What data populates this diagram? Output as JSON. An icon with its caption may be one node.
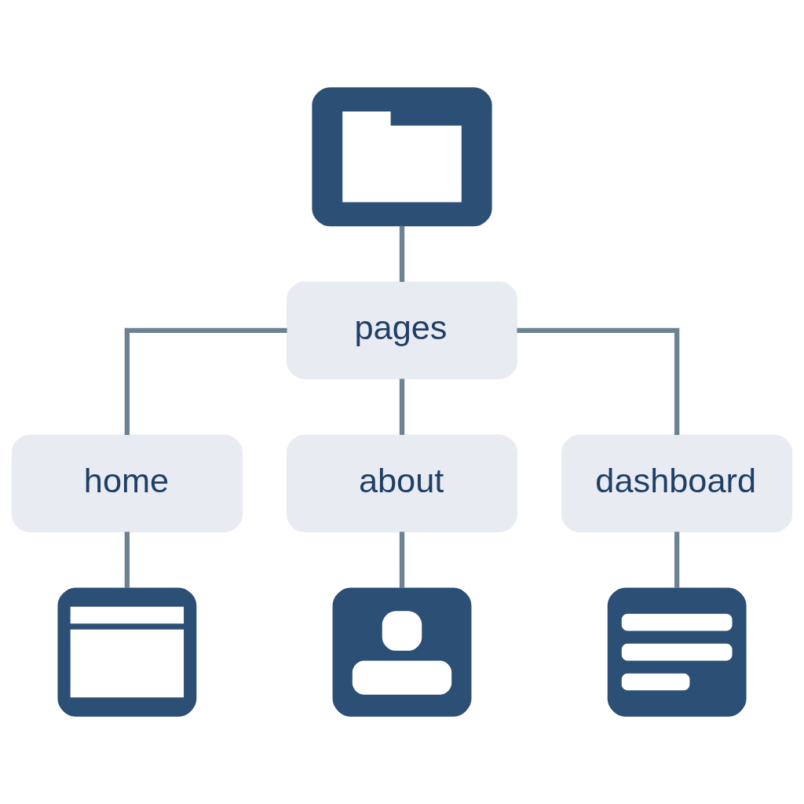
{
  "diagram": {
    "nodes": [
      {
        "text": [],
        "shape": "picture"
      },
      {
        "text": [
          "pages"
        ]
      },
      {
        "text": [
          "home"
        ]
      },
      {
        "text": [
          "about"
        ]
      },
      {
        "text": [
          "dashboard"
        ]
      },
      {
        "text": [],
        "shape": "picture"
      },
      {
        "text": [],
        "shape": "picture"
      },
      {
        "text": [],
        "shape": "picture"
      }
    ],
    "edges": [
      {
        "from": 0,
        "to": 1,
        "arrow": "none"
      },
      {
        "from": 1,
        "to": 2,
        "arrow": "none"
      },
      {
        "from": 1,
        "to": 3,
        "arrow": "none"
      },
      {
        "from": 1,
        "to": 4,
        "arrow": "none"
      },
      {
        "from": 2,
        "to": 5,
        "arrow": "none"
      },
      {
        "from": 3,
        "to": 6,
        "arrow": "none"
      },
      {
        "from": 4,
        "to": 7,
        "arrow": "none"
      }
    ]
  }
}
